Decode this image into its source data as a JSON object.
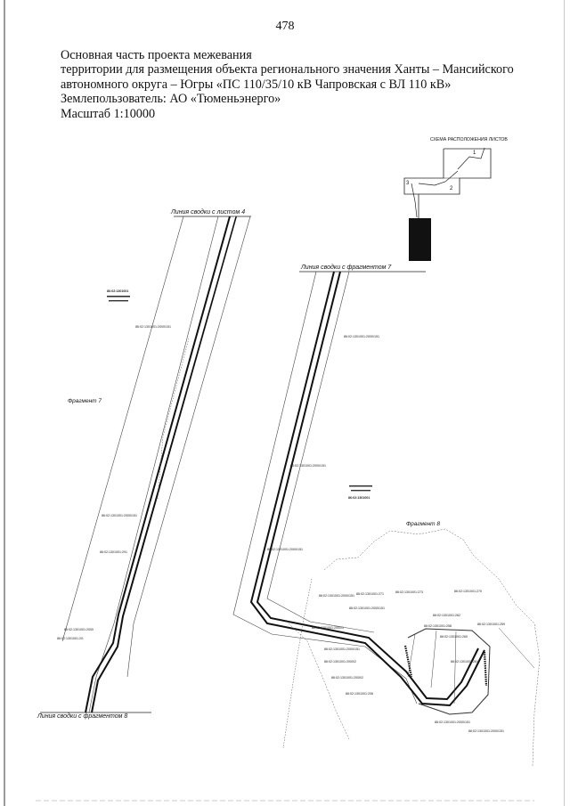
{
  "page_number": "478",
  "header": {
    "line1": "Основная часть проекта межевания",
    "line2": "территории для размещения объекта регионального значения Ханты – Мансийского",
    "line3": "автономного округа – Югры «ПС 110/35/10 кВ Чапровская с ВЛ 110 кВ»",
    "line4": "Землепользователь: АО «Тюменьэнерго»",
    "line5": "Масштаб 1:10000"
  },
  "map": {
    "scheme_title": "СХЕМА РАСПОЛОЖЕНИЯ ЛИСТОВ",
    "sheet_labels": [
      "1",
      "2",
      "3"
    ],
    "left_top_junction": "Линия сводки с листом 4",
    "left_bottom_junction": "Линия сводки с фрагментом 8",
    "right_top_junction": "Линия сводки с фрагментом 7",
    "fragment7_label": "Фрагмент 7",
    "fragment8_label": "Фрагмент 8",
    "cadastral_left_quarter": "86:02:1301001",
    "cadastral_right_quarter": "86:02:1301001",
    "small_labels": [
      "86:02:1301001:2000/151",
      "86:02:1301001:2000/151",
      "86:02:1301001:291",
      "86:02:1301001:2000",
      "86:02:1301001:20:",
      "86:02:1301001:2000/151",
      "86:02:1301001:2000/151",
      "86:02:1301001:2000/151",
      "86:02:1301001:273",
      "86:02:1301001:2000/151",
      "86:02:1301001:271",
      "86:02:1301001:270",
      "86:02:1301001:262",
      "86:02:1301001:2000/1",
      "86:02:1301001:2000/151",
      "86:02:1301001:258",
      "86:02:1301001:259",
      "86:02:1301001:260",
      "86:02:1301001:2000/151",
      "86:02:1301001:2000/2",
      "86:02:1301001:261",
      "86:02:1301001:2000/2",
      "86:02:1301001:206",
      "86:02:1301001:2000/151",
      "86:02:1301001:2000/151"
    ]
  }
}
